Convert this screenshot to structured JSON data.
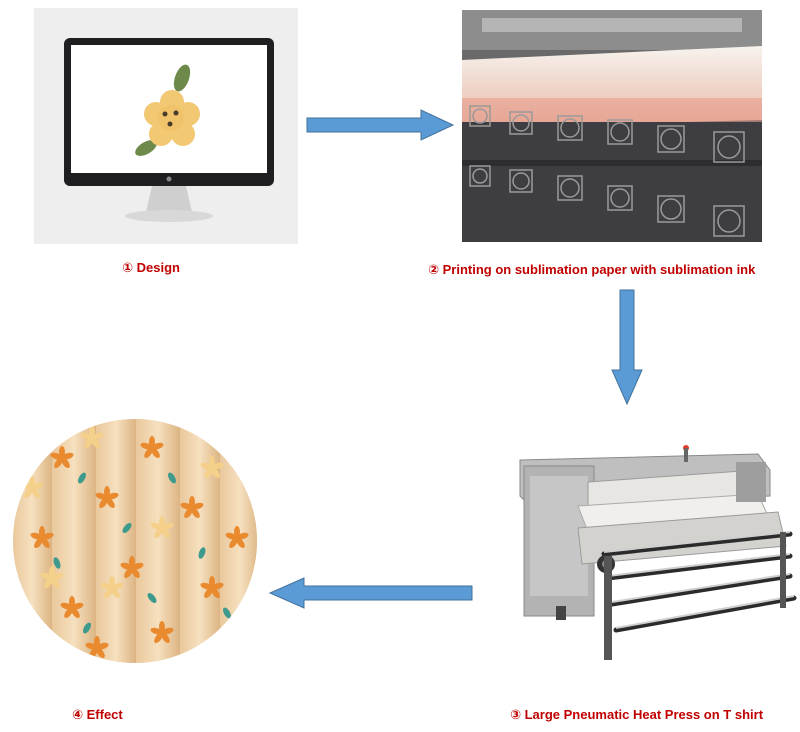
{
  "steps": [
    {
      "label": "① Design",
      "image": "monitor-with-flower-design"
    },
    {
      "label": "② Printing on sublimation paper with sublimation ink",
      "image": "sublimation-printer"
    },
    {
      "label": "③ Large Pneumatic Heat Press on T shirt",
      "image": "roller-heat-press-machine"
    },
    {
      "label": "④  Effect",
      "image": "printed-floral-fabric-circle"
    }
  ],
  "colors": {
    "label": "#c00000",
    "arrow": "#5b9bd5",
    "arrow_edge": "#41719c"
  }
}
